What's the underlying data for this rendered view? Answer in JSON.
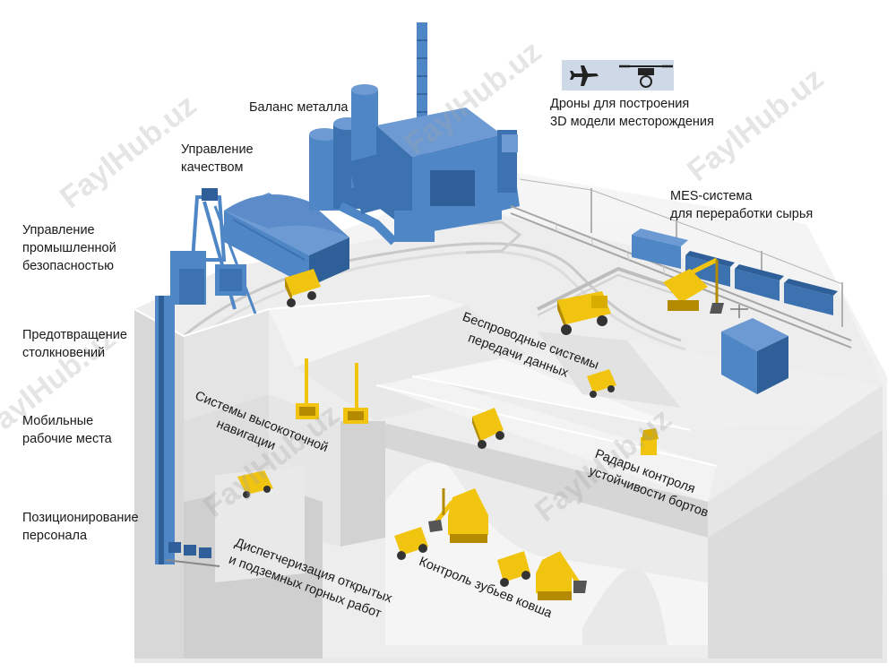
{
  "watermark": "FaylHub.uz",
  "colors": {
    "blue": "#4f86c6",
    "blue_dark": "#2f5f98",
    "yellow": "#f1c40f",
    "yellow_dark": "#b38a00",
    "ground": "#eeeeee"
  },
  "labels": {
    "metal_balance": "Баланс металла",
    "drones": [
      "Дроны для построения",
      "3D модели месторождения"
    ],
    "quality": [
      "Управление",
      "качеством"
    ],
    "mes": [
      "MES-система",
      "для переработки сырья"
    ],
    "industrial_safety": [
      "Управление",
      "промышленной",
      "безопасностью"
    ],
    "collision": [
      "Предотвращение",
      "столкновений"
    ],
    "mobile_workplaces": [
      "Мобильные",
      "рабочие места"
    ],
    "positioning": [
      "Позиционирование",
      "персонала"
    ],
    "wireless": [
      "Беспроводные системы",
      "передачи данных"
    ],
    "navigation": [
      "Системы высокоточной",
      "навигации"
    ],
    "radars": [
      "Радары контроля",
      "устойчивости бортов"
    ],
    "dispatch": [
      "Диспетчеризация открытых",
      "и подземных горных работ"
    ],
    "bucket_teeth": "Контроль зубьев ковша"
  },
  "icons": {
    "plane": "airplane-icon",
    "drone": "drone-icon"
  }
}
